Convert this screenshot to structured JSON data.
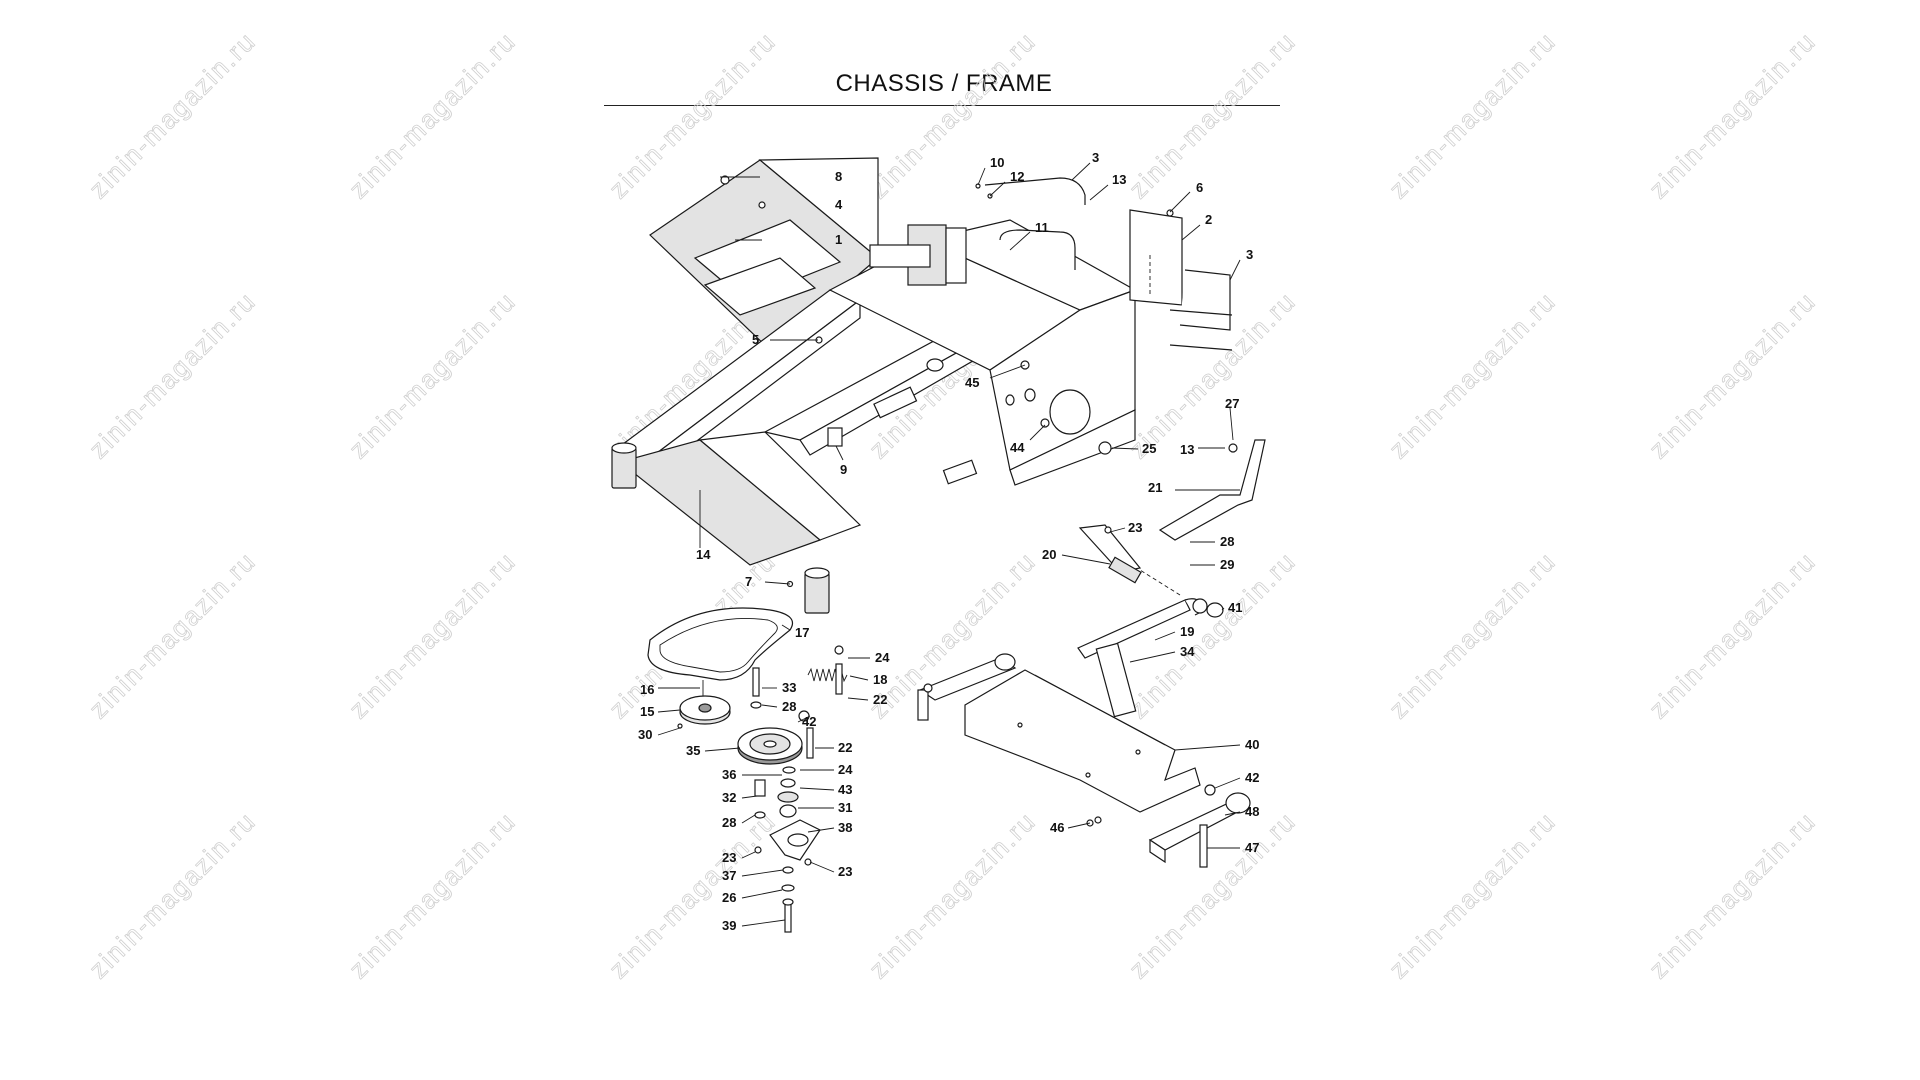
{
  "title": "CHASSIS / FRAME",
  "watermark": {
    "text": "zinin-magazin.ru",
    "color": "#cfcfcf"
  },
  "callouts": [
    {
      "id": "c8",
      "label": "8"
    },
    {
      "id": "c4",
      "label": "4"
    },
    {
      "id": "c1",
      "label": "1"
    },
    {
      "id": "c10",
      "label": "10"
    },
    {
      "id": "c12",
      "label": "12"
    },
    {
      "id": "c3a",
      "label": "3"
    },
    {
      "id": "c13a",
      "label": "13"
    },
    {
      "id": "c6",
      "label": "6"
    },
    {
      "id": "c2",
      "label": "2"
    },
    {
      "id": "c3b",
      "label": "3"
    },
    {
      "id": "c11",
      "label": "11"
    },
    {
      "id": "c5",
      "label": "5"
    },
    {
      "id": "c45",
      "label": "45"
    },
    {
      "id": "c27",
      "label": "27"
    },
    {
      "id": "c13b",
      "label": "13"
    },
    {
      "id": "c44",
      "label": "44"
    },
    {
      "id": "c25",
      "label": "25"
    },
    {
      "id": "c9",
      "label": "9"
    },
    {
      "id": "c21",
      "label": "21"
    },
    {
      "id": "c23a",
      "label": "23"
    },
    {
      "id": "c28a",
      "label": "28"
    },
    {
      "id": "c14",
      "label": "14"
    },
    {
      "id": "c20",
      "label": "20"
    },
    {
      "id": "c29",
      "label": "29"
    },
    {
      "id": "c7",
      "label": "7"
    },
    {
      "id": "c41",
      "label": "41"
    },
    {
      "id": "c17",
      "label": "17"
    },
    {
      "id": "c19",
      "label": "19"
    },
    {
      "id": "c24a",
      "label": "24"
    },
    {
      "id": "c34",
      "label": "34"
    },
    {
      "id": "c16",
      "label": "16"
    },
    {
      "id": "c33",
      "label": "33"
    },
    {
      "id": "c18",
      "label": "18"
    },
    {
      "id": "c22a",
      "label": "22"
    },
    {
      "id": "c28b",
      "label": "28"
    },
    {
      "id": "c15",
      "label": "15"
    },
    {
      "id": "c42a",
      "label": "42"
    },
    {
      "id": "c30",
      "label": "30"
    },
    {
      "id": "c22b",
      "label": "22"
    },
    {
      "id": "c35",
      "label": "35"
    },
    {
      "id": "c40",
      "label": "40"
    },
    {
      "id": "c24b",
      "label": "24"
    },
    {
      "id": "c36",
      "label": "36"
    },
    {
      "id": "c43",
      "label": "43"
    },
    {
      "id": "c42b",
      "label": "42"
    },
    {
      "id": "c32",
      "label": "32"
    },
    {
      "id": "c31",
      "label": "31"
    },
    {
      "id": "c48",
      "label": "48"
    },
    {
      "id": "c28c",
      "label": "28"
    },
    {
      "id": "c38",
      "label": "38"
    },
    {
      "id": "c46",
      "label": "46"
    },
    {
      "id": "c47",
      "label": "47"
    },
    {
      "id": "c23b",
      "label": "23"
    },
    {
      "id": "c37",
      "label": "37"
    },
    {
      "id": "c23c",
      "label": "23"
    },
    {
      "id": "c26",
      "label": "26"
    },
    {
      "id": "c39",
      "label": "39"
    }
  ]
}
